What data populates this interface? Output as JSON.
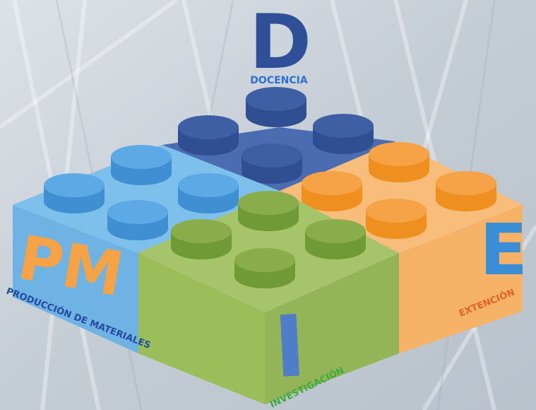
{
  "letters": {
    "d": "D",
    "pm": "PM",
    "i": "I",
    "e": "E"
  },
  "labels": {
    "docencia": "DOCENCIA",
    "produccion": "PRODUCCIÓN DE MATERIALES",
    "investigacion": "INVESTIGACIÓN",
    "extencion": "EXTENCIÓN"
  },
  "colors": {
    "docencia": "#3f5fa0",
    "produccion": "#6fb3e4",
    "investigacion": "#93b557",
    "extencion": "#f7b46a",
    "letter_d": "#2f4f99",
    "letter_pm": "#f7a244",
    "letter_i": "#4f7ec9",
    "letter_e": "#3a8ed6",
    "label_docencia": "#2d6fd3",
    "label_produccion": "#234a9e",
    "label_investigacion": "#3eaa3e",
    "label_extencion": "#e0622a"
  }
}
